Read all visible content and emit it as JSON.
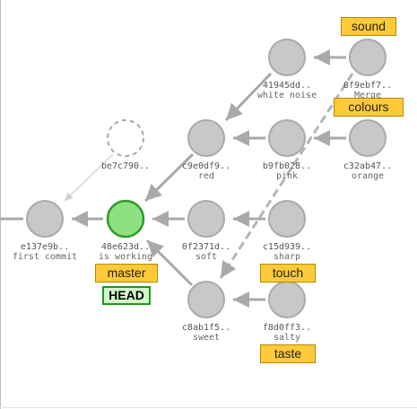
{
  "commits": [
    {
      "id": "e137",
      "hash": "e137e9b..",
      "message": "first commit"
    },
    {
      "id": "48e6",
      "hash": "48e623d..",
      "message": "is working"
    },
    {
      "id": "be7c",
      "hash": "be7c790..",
      "message": ""
    },
    {
      "id": "0f23",
      "hash": "0f2371d..",
      "message": "soft"
    },
    {
      "id": "c9e0",
      "hash": "c9e0df9..",
      "message": "red"
    },
    {
      "id": "c8ab",
      "hash": "c8ab1f5..",
      "message": "sweet"
    },
    {
      "id": "4194",
      "hash": "41945dd..",
      "message": "white noise"
    },
    {
      "id": "b9fb",
      "hash": "b9fb028..",
      "message": "pink"
    },
    {
      "id": "c15d",
      "hash": "c15d939..",
      "message": "sharp"
    },
    {
      "id": "f8d0",
      "hash": "f8d0ff3..",
      "message": "salty"
    },
    {
      "id": "8f9e",
      "hash": "8f9ebf7..",
      "message": "Merge"
    },
    {
      "id": "c32a",
      "hash": "c32ab47..",
      "message": "orange"
    }
  ],
  "branches": {
    "sound": "sound",
    "colours": "colours",
    "master": "master",
    "touch": "touch",
    "taste": "taste"
  },
  "head": "HEAD",
  "colors": {
    "commit_fill": "#c8c8c8",
    "commit_stroke": "#aaaaaa",
    "current_fill": "#8ee080",
    "current_stroke": "#2f9c2a",
    "edge": "#a9a9a9",
    "branch_fill": "#ffca3a",
    "head_border": "#1a9b1a"
  }
}
